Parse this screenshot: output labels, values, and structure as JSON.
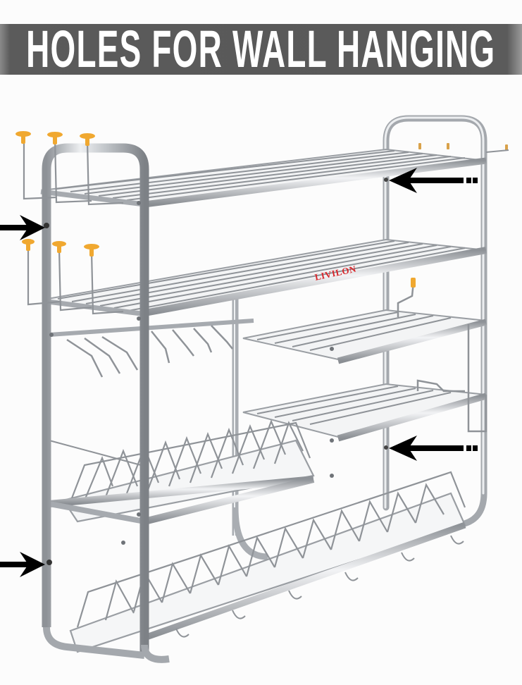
{
  "banner": {
    "title": "HOLES FOR WALL HANGING",
    "background_color": "#595959",
    "text_color": "#ffffff"
  },
  "product": {
    "description": "Stainless steel wall-mountable kitchen dish rack with shelves, plate racks, glass holder and hooks",
    "brand_label": "LIVILON",
    "brand_color": "#d8262b",
    "hook_cap_color": "#f0a830",
    "metal_color": "#c9ccd0"
  },
  "annotations": {
    "arrows": [
      {
        "name": "arrow-top-left",
        "direction": "right",
        "points_to": "upper left wall-hanging hole"
      },
      {
        "name": "arrow-top-right",
        "direction": "left",
        "points_to": "upper right wall-hanging hole"
      },
      {
        "name": "arrow-bottom-right",
        "direction": "left",
        "points_to": "lower right wall-hanging hole"
      },
      {
        "name": "arrow-bottom-left",
        "direction": "right",
        "points_to": "lower left wall-hanging hole"
      }
    ],
    "arrow_color": "#000000"
  }
}
